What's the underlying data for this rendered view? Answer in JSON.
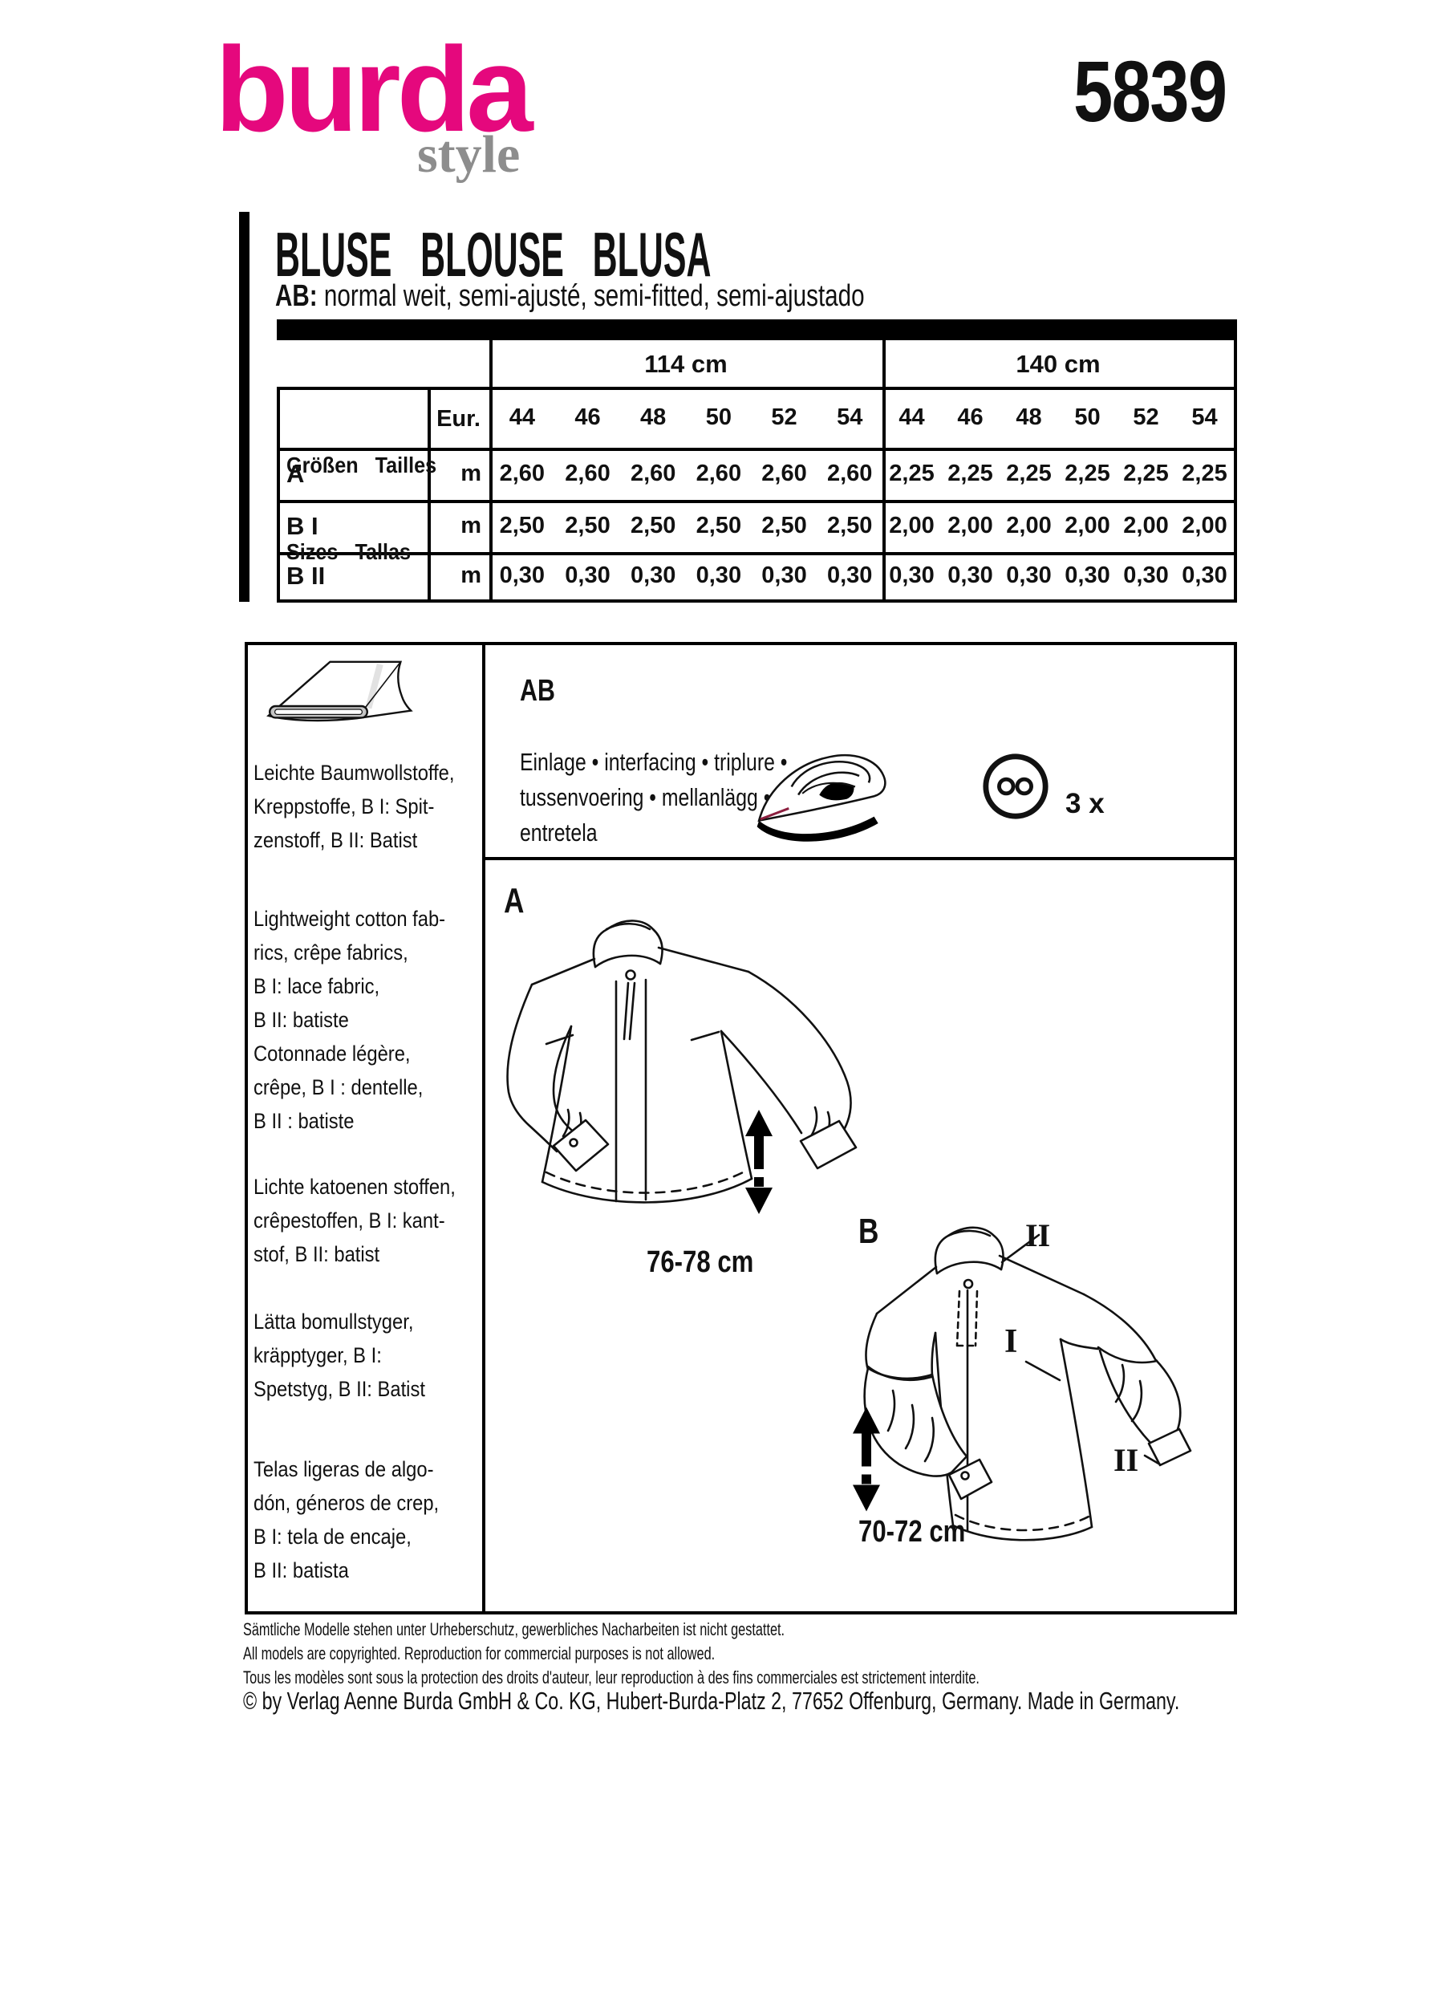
{
  "brand": {
    "logo_main": "burda",
    "logo_sub": "style"
  },
  "pattern_number": "5839",
  "header": {
    "title": "BLUSE   BLOUSE   BLUSA",
    "subtitle_bold": "AB:",
    "subtitle_rest": " normal weit, semi-ajusté, semi-fitted, semi-ajustado"
  },
  "fabric_table": {
    "width_groups": [
      "114 cm",
      "140 cm"
    ],
    "row_header": {
      "line1": "Größen   Tailles",
      "line2": "Sizes   Tallas",
      "unit_col": "Eur."
    },
    "sizes": [
      "44",
      "46",
      "48",
      "50",
      "52",
      "54"
    ],
    "rows": [
      {
        "label": "A",
        "unit": "m",
        "g114": [
          "2,60",
          "2,60",
          "2,60",
          "2,60",
          "2,60",
          "2,60"
        ],
        "g140": [
          "2,25",
          "2,25",
          "2,25",
          "2,25",
          "2,25",
          "2,25"
        ]
      },
      {
        "label": "B I",
        "unit": "m",
        "g114": [
          "2,50",
          "2,50",
          "2,50",
          "2,50",
          "2,50",
          "2,50"
        ],
        "g140": [
          "2,00",
          "2,00",
          "2,00",
          "2,00",
          "2,00",
          "2,00"
        ]
      },
      {
        "label": "B II",
        "unit": "m",
        "g114": [
          "0,30",
          "0,30",
          "0,30",
          "0,30",
          "0,30",
          "0,30"
        ],
        "g140": [
          "0,30",
          "0,30",
          "0,30",
          "0,30",
          "0,30",
          "0,30"
        ]
      }
    ]
  },
  "materials": {
    "blocks": [
      {
        "lines": [
          "Leichte Baumwollstoffe,",
          "Kreppstoffe, B I: Spit-",
          "zenstoff, B II: Batist"
        ]
      },
      {
        "lines": [
          "Lightweight cotton fab-",
          "rics, crêpe fabrics,",
          "B I: lace fabric,",
          "B II: batiste"
        ]
      },
      {
        "lines": [
          "Cotonnade légère,",
          "crêpe, B I : dentelle,",
          "B II : batiste"
        ]
      },
      {
        "lines": [
          "Lichte katoenen stoffen,",
          "crêpestoffen, B I: kant-",
          "stof, B II: batist"
        ]
      },
      {
        "lines": [
          "Lätta bomullstyger,",
          "kräpptyger, B I:",
          "Spetstyg, B II: Batist"
        ]
      },
      {
        "lines": [
          "Telas ligeras de algo-",
          "dón, géneros de crep,",
          "B I: tela de encaje,",
          "B II: batista"
        ]
      }
    ]
  },
  "interfacing": {
    "heading": "AB",
    "lines": [
      "Einlage • interfacing • triplure •",
      "tussenvoering • mellanlägg •",
      "entretela"
    ],
    "button_count": "3 x"
  },
  "views": {
    "a": {
      "label": "A",
      "length": "76-78 cm"
    },
    "b": {
      "label": "B",
      "length": "70-72 cm",
      "mark_collar": "II",
      "mark_body": "I",
      "mark_cuff": "II"
    }
  },
  "footer": {
    "small_lines": [
      "Sämtliche Modelle stehen unter Urheberschutz, gewerbliches Nacharbeiten ist nicht gestattet.",
      "All models are copyrighted. Reproduction for commercial purposes is not allowed.",
      "Tous les modèles sont sous la protection des droits d'auteur, leur reproduction à des fins commerciales est strictement interdite."
    ],
    "copyright": "© by Verlag Aenne Burda GmbH & Co. KG, Hubert-Burda-Platz 2, 77652 Offenburg, Germany. Made in Germany."
  },
  "colors": {
    "brand_pink": "#e5087d",
    "logo_gray": "#8d8d8d",
    "line_black": "#111111",
    "iron_accent": "#8c1f3f"
  }
}
